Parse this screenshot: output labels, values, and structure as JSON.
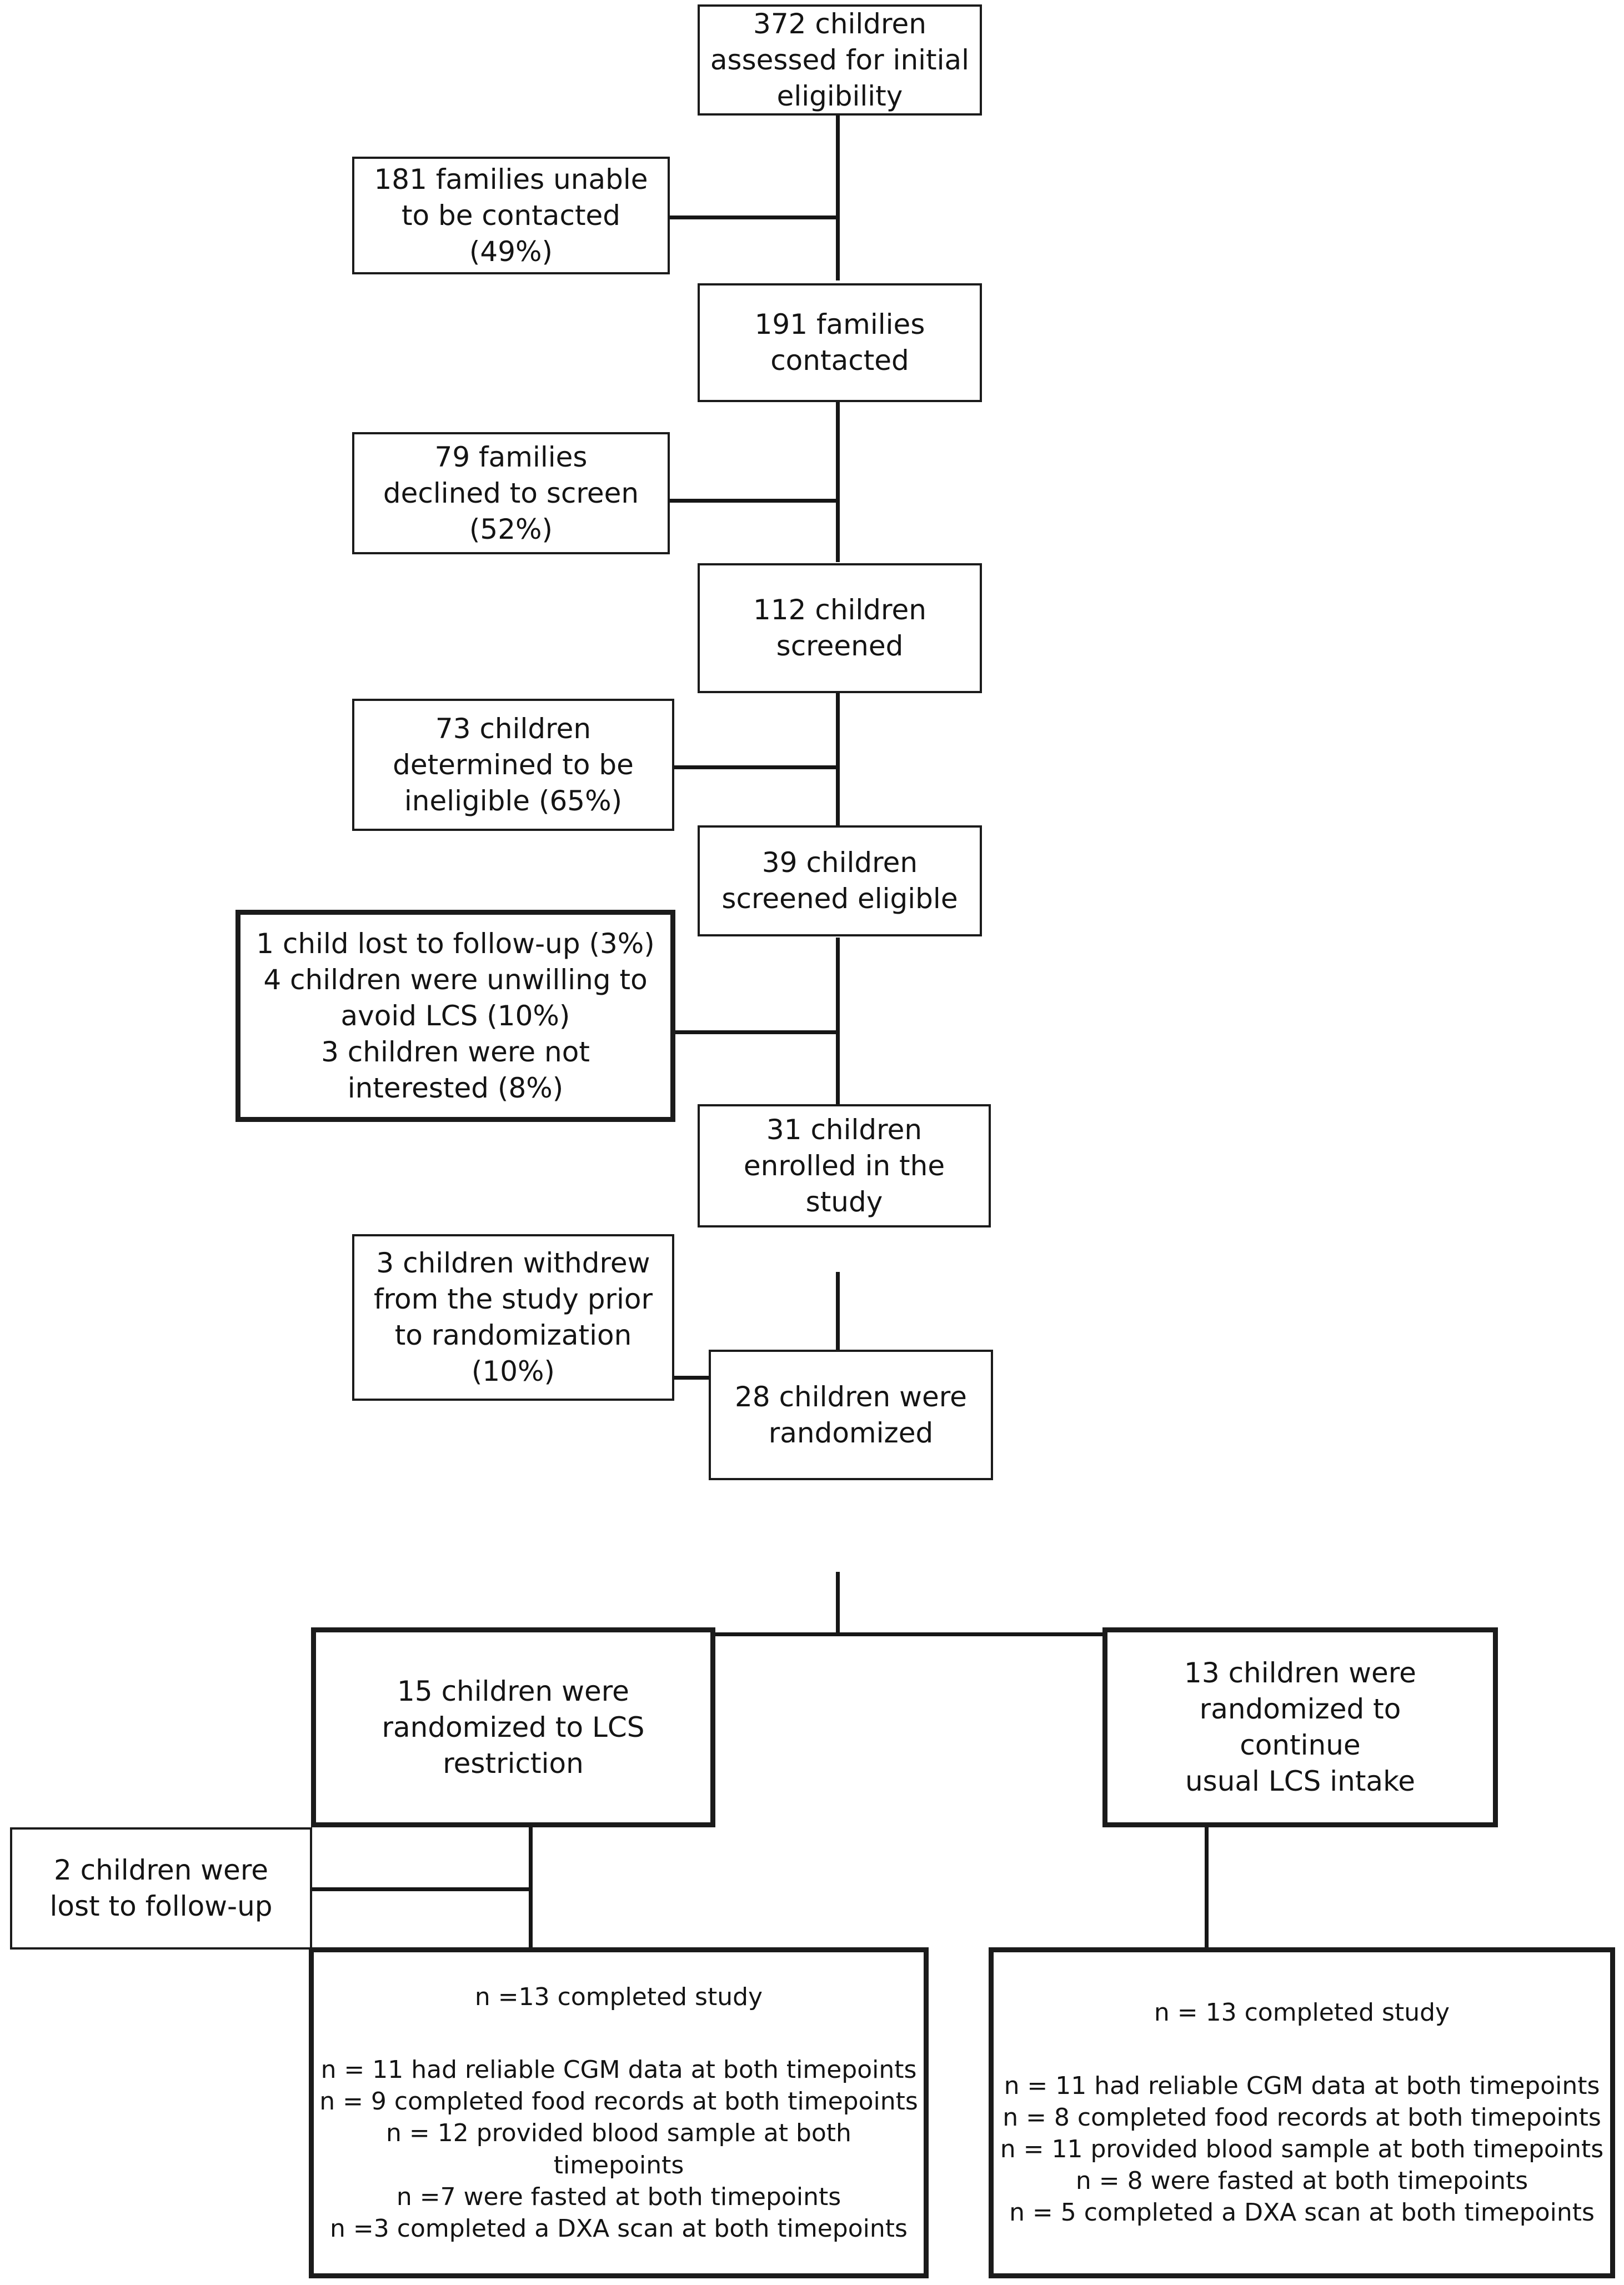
{
  "diagram": {
    "title": "CONSORT participant flow diagram",
    "type": "flowchart",
    "line_color": "#161616",
    "box_border_color": "#1b1b1b",
    "background": "#ffffff"
  },
  "nodes": {
    "assessed": {
      "id": "assessed",
      "label": "372 children\nassessed for initial\neligibility",
      "count": 372
    },
    "unable_contact": {
      "id": "unable-contacted",
      "label": "181 families unable\nto be contacted\n(49%)",
      "count": 181,
      "percent": "49%"
    },
    "contacted": {
      "id": "contacted",
      "label": "191 families\ncontacted",
      "count": 191
    },
    "declined": {
      "id": "declined-to-screen",
      "label": "79 families\ndeclined to screen\n(52%)",
      "count": 79,
      "percent": "52%"
    },
    "screened": {
      "id": "screened",
      "label": "112 children\nscreened",
      "count": 112
    },
    "ineligible": {
      "id": "ineligible",
      "label": "73 children\ndetermined to be\nineligible (65%)",
      "count": 73,
      "percent": "65%"
    },
    "screened_eligible": {
      "id": "screened-eligible",
      "label": "39 children\nscreened eligible",
      "count": 39
    },
    "pre_enroll_losses": {
      "id": "pre-enrollment-losses",
      "label": "1 child lost to follow-up (3%)\n4 children were unwilling to\navoid LCS (10%)\n3 children were not\ninterested (8%)",
      "items": [
        "1 child lost to follow-up (3%)",
        "4 children were unwilling to avoid LCS (10%)",
        "3 children were not interested (8%)"
      ]
    },
    "enrolled": {
      "id": "enrolled",
      "label": "31 children\nenrolled in the\nstudy",
      "count": 31
    },
    "withdrew": {
      "id": "withdrew-pre-randomization",
      "label": "3 children withdrew\nfrom the study prior\nto randomization\n(10%)",
      "count": 3,
      "percent": "10%"
    },
    "randomized": {
      "id": "randomized",
      "label": "28 children were\nrandomized",
      "count": 28
    },
    "arm_lcs_restriction": {
      "id": "arm-lcs-restriction",
      "label": "15 children were\nrandomized to LCS\nrestriction",
      "count": 15
    },
    "arm_usual_intake": {
      "id": "arm-usual-lcs-intake",
      "label": "13 children were\nrandomized to\ncontinue\nusual LCS intake",
      "count": 13
    },
    "lost_followup": {
      "id": "lost-to-followup",
      "label": "2 children were\nlost to follow-up",
      "count": 2
    },
    "outcome_left": {
      "id": "outcome-lcs-restriction",
      "heading": "n =13 completed study",
      "lines": [
        "n = 11 had reliable CGM data at both timepoints",
        "n = 9 completed food records at both timepoints",
        "n = 12 provided blood sample at both timepoints",
        "n =7  were fasted at both timepoints",
        "n =3 completed a DXA scan at both timepoints"
      ]
    },
    "outcome_right": {
      "id": "outcome-usual-intake",
      "heading": "n = 13 completed study",
      "lines": [
        "n = 11 had reliable CGM data at both timepoints",
        "n = 8 completed food records at both timepoints",
        "n = 11 provided blood sample at both timepoints",
        "n = 8 were fasted at both timepoints",
        "n = 5 completed a DXA scan at both timepoints"
      ]
    }
  }
}
